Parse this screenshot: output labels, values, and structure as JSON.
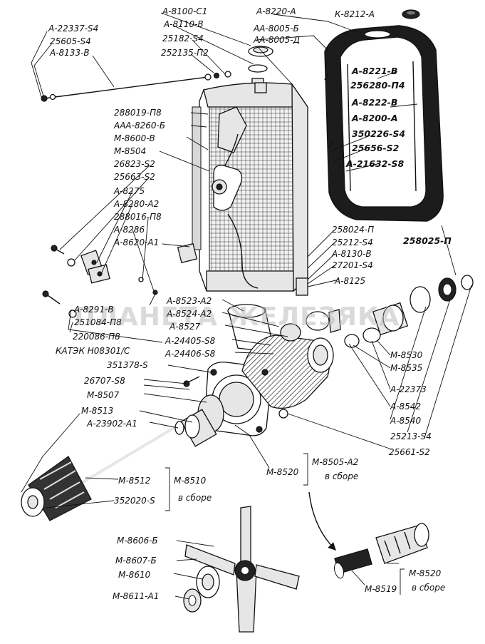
{
  "labels": {
    "a22337_s4": "А-22337-S4",
    "l25605_s4": "25605-S4",
    "a8133_v": "А-8133-В",
    "a8100_s1": "А-8100-С1",
    "a8110_v": "А-8110-В",
    "l25182_s4": "25182-S4",
    "l252135_p2": "252135-П2",
    "a8220_a": "А-8220-А",
    "k8212_a": "К-8212-А",
    "aa8005_b": "АА-8005-Б",
    "aa8005_d": "АА-8005-Д",
    "a8221_v": "А-8221-В",
    "l256280_p4": "256280-П4",
    "a8222_v": "А-8222-В",
    "a8200_a": "А-8200-А",
    "l350226_s4": "350226-S4",
    "l25656_s2": "25656-S2",
    "a21632_s8": "А-21632-S8",
    "l288019_p8": "288019-П8",
    "aaa8260_b": "ААА-8260-Б",
    "m8600_v": "М-8600-В",
    "m8504": "М-8504",
    "l26823_s2": "26823-S2",
    "l25663_s2": "25663-S2",
    "a8275": "А-8275",
    "a8280_a2": "А-8280-А2",
    "l288016_p8": "288016-П8",
    "a8286": "А-8286",
    "a8620_a1": "А-8620-А1",
    "l258025_p": "258025-П",
    "l258024_p": "258024-П",
    "l25212_s4": "25212-S4",
    "a8130_v": "А-8130-В",
    "l27201_s4": "27201-S4",
    "a8125": "А-8125",
    "a8291_v": "А-8291-В",
    "l251084_p8": "251084-П8",
    "l220086_p8": "220086-П8",
    "katek": "КАТЭК Н08301/С",
    "a8523_a2": "А-8523-А2",
    "a8524_a2": "А-8524-А2",
    "a8527": "А-8527",
    "a24405_s8": "А-24405-S8",
    "a24406_s8": "А-24406-S8",
    "l351378_s": "351378-S",
    "l26707_s8": "26707-S8",
    "m8507": "М-8507",
    "m8513": "М-8513",
    "a23902_a1": "А-23902-А1",
    "m8530": "М-8530",
    "m8535": "М-8535",
    "a22373": "А-22373",
    "a8542": "А-8542",
    "a8540": "А-8540",
    "l25213_s4": "25213-S4",
    "l25661_s2": "25661-S2",
    "m8505_a2": "М-8505-А2",
    "v_sbore": "в сборе",
    "m8520": "М-8520",
    "m8512": "М-8512",
    "m8510": "М-8510",
    "l352020_s": "352020-S",
    "m8606_b": "М-8606-Б",
    "m8607_b": "М-8607-Б",
    "m8610": "М-8610",
    "m8611_a1": "М-8611-А1",
    "m8519": "М-8519"
  },
  "watermark": "ПЛАНЕТА ЖЕЛЕЗЯКА",
  "colors": {
    "ink": "#111111",
    "paper": "#ffffff",
    "watermark": "#bdbdbd"
  }
}
